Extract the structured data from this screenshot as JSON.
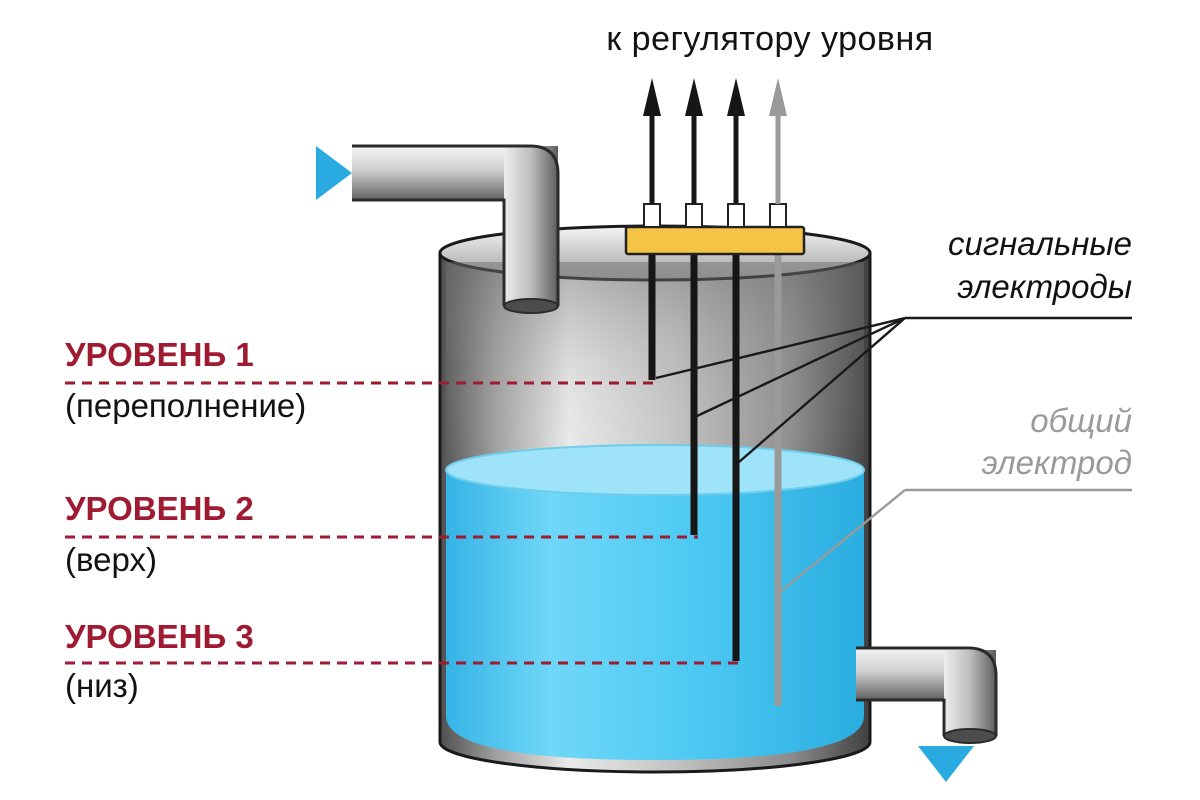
{
  "diagram": {
    "title": "к регулятору уровня",
    "levels": [
      {
        "name": "УРОВЕНЬ 1",
        "desc": "(переполнение)"
      },
      {
        "name": "УРОВЕНЬ 2",
        "desc": "(верх)"
      },
      {
        "name": "УРОВЕНЬ 3",
        "desc": "(низ)"
      }
    ],
    "signal_label": {
      "line1": "сигнальные",
      "line2": "электроды"
    },
    "common_label": {
      "line1": "общий",
      "line2": "электрод"
    }
  },
  "colors": {
    "level_accent": "#9E1B32",
    "water_blue": "#45C8F2",
    "water_surface_blue": "#9FE3F8",
    "flow_arrow_blue": "#29ABE2",
    "terminal_block_yellow": "#F6C445",
    "common_electrode_gray": "#9A9A9A",
    "electrode_black": "#161616"
  }
}
